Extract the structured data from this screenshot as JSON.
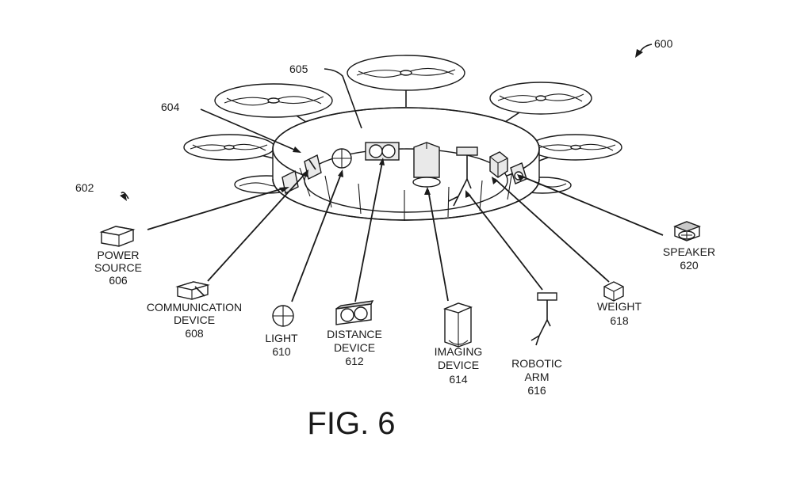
{
  "figure": {
    "title": "FIG. 6",
    "ref_600": "600",
    "ref_602": "602",
    "ref_604": "604",
    "ref_605": "605"
  },
  "components": [
    {
      "id": "power-source",
      "lines": [
        "POWER",
        "SOURCE"
      ],
      "ref": "606",
      "icon": "box-icon"
    },
    {
      "id": "communication-device",
      "lines": [
        "COMMUNICATION",
        "DEVICE"
      ],
      "ref": "608",
      "icon": "antenna-box-icon"
    },
    {
      "id": "light",
      "lines": [
        "LIGHT"
      ],
      "ref": "610",
      "icon": "light-bulb-icon"
    },
    {
      "id": "distance-device",
      "lines": [
        "DISTANCE",
        "DEVICE"
      ],
      "ref": "612",
      "icon": "dual-lens-icon"
    },
    {
      "id": "imaging-device",
      "lines": [
        "IMAGING",
        "DEVICE"
      ],
      "ref": "614",
      "icon": "camera-cylinder-icon"
    },
    {
      "id": "robotic-arm",
      "lines": [
        "ROBOTIC",
        "ARM"
      ],
      "ref": "616",
      "icon": "robotic-arm-icon"
    },
    {
      "id": "weight",
      "lines": [
        "WEIGHT"
      ],
      "ref": "618",
      "icon": "cube-icon"
    },
    {
      "id": "speaker",
      "lines": [
        "SPEAKER"
      ],
      "ref": "620",
      "icon": "speaker-icon"
    }
  ]
}
